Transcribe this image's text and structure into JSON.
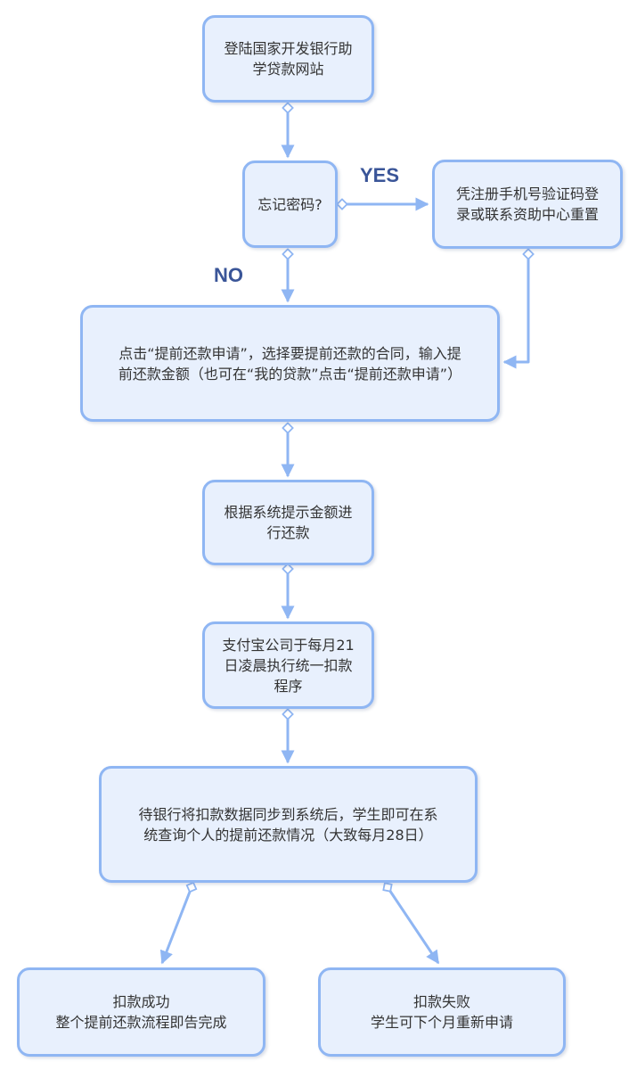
{
  "nodes": {
    "login": "登陆国家开发银行助\n学贷款网站",
    "forgot_password": "忘记密码?",
    "reset": "凭注册手机号验证码登\n录或联系资助中心重置",
    "apply": "点击“提前还款申请”，选择要提前还款的合同，输入提\n前还款金额（也可在“我的贷款”点击“提前还款申请”）",
    "repay": "根据系统提示金额进\n行还款",
    "alipay": "支付宝公司于每月21\n日凌晨执行统一扣款\n程序",
    "sync": "待银行将扣款数据同步到系统后，学生即可在系\n统查询个人的提前还款情况（大致每月28日）",
    "success": "扣款成功\n整个提前还款流程即告完成",
    "failure": "扣款失败\n学生可下个月重新申请"
  },
  "labels": {
    "yes": "YES",
    "no": "NO"
  },
  "colors": {
    "node_fill": "#e8f0fd",
    "node_border": "#8fb6f3",
    "arrow": "#8fb6f3",
    "label": "#3a5598",
    "text": "#333333"
  }
}
